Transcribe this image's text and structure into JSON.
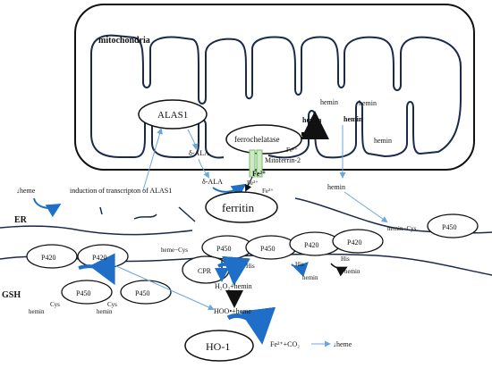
{
  "labels": {
    "mitochondria": "mitochondria",
    "alas1": "ALAS1",
    "ferrochelatase": "ferrochelatase",
    "hemin_bold_1": "hemin",
    "hemin_bold_2": "hemin",
    "hemin_1": "hemin",
    "hemin_2": "hemin",
    "hemin_3": "hemin",
    "hemin_outer": "hemin",
    "d_ala_1": "δ-ALA",
    "d_ala_2": "δ-ALA",
    "mitoferrin": "Mitoferrin-2",
    "fe2_in": "Fe²⁺",
    "fe3_in": "Fe³⁺",
    "fe3_out": "Fe³⁺",
    "fe2_gate": "Fe²⁺",
    "down_heme": "↓heme",
    "induction": "induction of transcripton of ALAS1",
    "ferritin": "ferritin",
    "er": "ER",
    "gsh": "GSH",
    "p420_a": "P420",
    "p420_b": "P420",
    "p450_a": "P450",
    "p450_b": "P450",
    "p450_c": "P450",
    "p450_d": "P450",
    "p420_c": "P420",
    "p420_d": "P420",
    "p450_e": "P450",
    "heme_cys_1": "heme−Cys",
    "hemin_cys_2": "hemin−Cys",
    "cpr": "CPR",
    "his_1": "His",
    "his_2": "His",
    "his_3": "His",
    "hemin_his_2": "hemin",
    "hemin_his_3": "hemin",
    "h2o2_hemin": "H₂O₂+hemin",
    "hoo_heme": "HOO•+heme",
    "cys_1": "Cys",
    "cys_2": "Cys",
    "hemin_gsh_1": "hemin",
    "hemin_gsh_2": "hemin",
    "ho1": "HO-1",
    "fe_co2": "Fe²⁺+CO₂",
    "down_heme_2": "↓heme"
  },
  "colors": {
    "accent_blue": "#1f6fc8",
    "light_blue": "#6aa7e0",
    "black": "#111111",
    "mitoferrin_green": "#6fbf5f"
  }
}
